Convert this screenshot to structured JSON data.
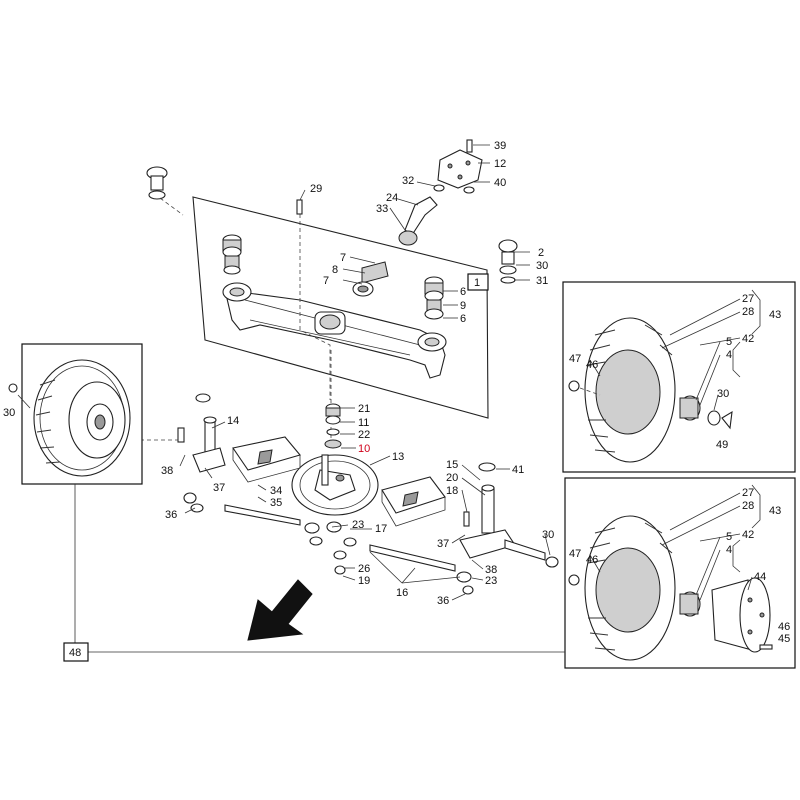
{
  "callouts": {
    "c39": "39",
    "c12": "12",
    "c40": "40",
    "c32": "32",
    "c24": "24",
    "c33": "33",
    "c29": "29",
    "c2": "2",
    "c30a": "30",
    "c31": "31",
    "c1": "1",
    "c7a": "7",
    "c8": "8",
    "c7b": "7",
    "c6a": "6",
    "c9": "9",
    "c6b": "6",
    "c21": "21",
    "c11": "11",
    "c22": "22",
    "c10": "10",
    "c13": "13",
    "c14": "14",
    "c38a": "38",
    "c37a": "37",
    "c34": "34",
    "c35": "35",
    "c36a": "36",
    "c30b": "30",
    "c17": "17",
    "c23a": "23",
    "c26": "26",
    "c19": "19",
    "c16": "16",
    "c15": "15",
    "c20": "20",
    "c18": "18",
    "c41": "41",
    "c37b": "37",
    "c38b": "38",
    "c23b": "23",
    "c36b": "36",
    "c30c": "30",
    "c48": "48",
    "t27": "27",
    "t28": "28",
    "t43": "43",
    "t42": "42",
    "t5": "5",
    "t4": "4",
    "t47": "47",
    "t46": "46",
    "t30": "30",
    "t49": "49",
    "b27": "27",
    "b28": "28",
    "b43": "43",
    "b42": "42",
    "b5": "5",
    "b4": "4",
    "b47": "47",
    "b46a": "46",
    "b44": "44",
    "b46b": "46",
    "b45": "45"
  },
  "highlight_color": "#d0021b"
}
